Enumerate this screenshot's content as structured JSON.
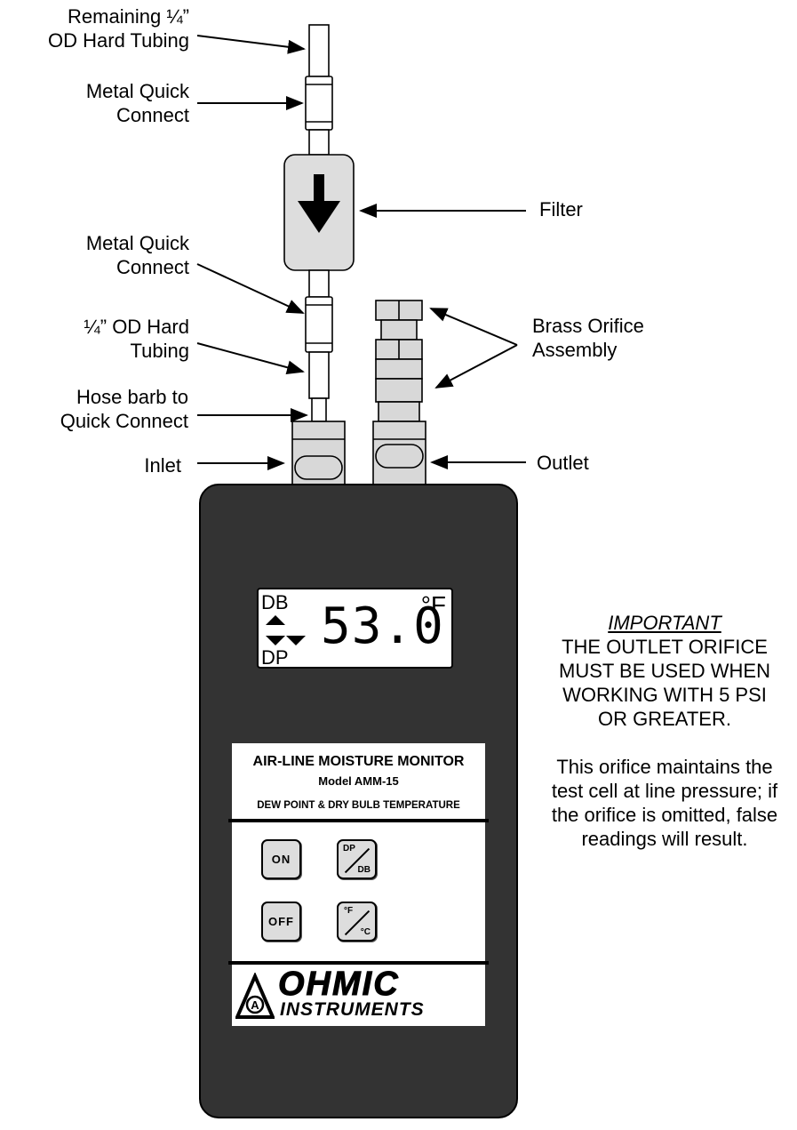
{
  "labels": {
    "remaining_tubing": [
      "Remaining ¼”",
      "OD Hard Tubing"
    ],
    "metal_quick_connect_top": [
      "Metal Quick",
      "Connect"
    ],
    "filter": "Filter",
    "metal_quick_connect_bottom": [
      "Metal Quick",
      "Connect"
    ],
    "hard_tubing": [
      "¼” OD Hard",
      "Tubing"
    ],
    "brass_orifice": [
      "Brass Orifice",
      "Assembly"
    ],
    "hose_barb": [
      "Hose barb to",
      "Quick Connect"
    ],
    "inlet": "Inlet",
    "outlet": "Outlet"
  },
  "display": {
    "top_mode": "DB",
    "bottom_mode": "DP",
    "reading": "53.0",
    "unit": "°F"
  },
  "panel": {
    "title": "AIR-LINE MOISTURE MONITOR",
    "model": "Model AMM-15",
    "subtitle": "DEW POINT & DRY BULB TEMPERATURE",
    "buttons": {
      "on": "ON",
      "off": "OFF",
      "dp_db_top": "DP",
      "dp_db_bottom": "DB",
      "f_c_top": "°F",
      "f_c_bottom": "°C"
    },
    "brand_line1": "OHMIC",
    "brand_line2": "INSTRUMENTS",
    "brand_mark": "A"
  },
  "note": {
    "heading": "IMPORTANT",
    "warning": [
      "THE OUTLET ORIFICE",
      "MUST BE USED WHEN",
      "WORKING WITH 5 PSI",
      "OR GREATER."
    ],
    "body": [
      "This orifice maintains the",
      "test cell at line pressure; if",
      "the orifice is omitted, false",
      "readings will result."
    ]
  },
  "colors": {
    "device_body": "#333333",
    "filter_fill": "#dddddd",
    "fitting_fill": "#d8d8d8",
    "key_fill": "#dddddd"
  }
}
